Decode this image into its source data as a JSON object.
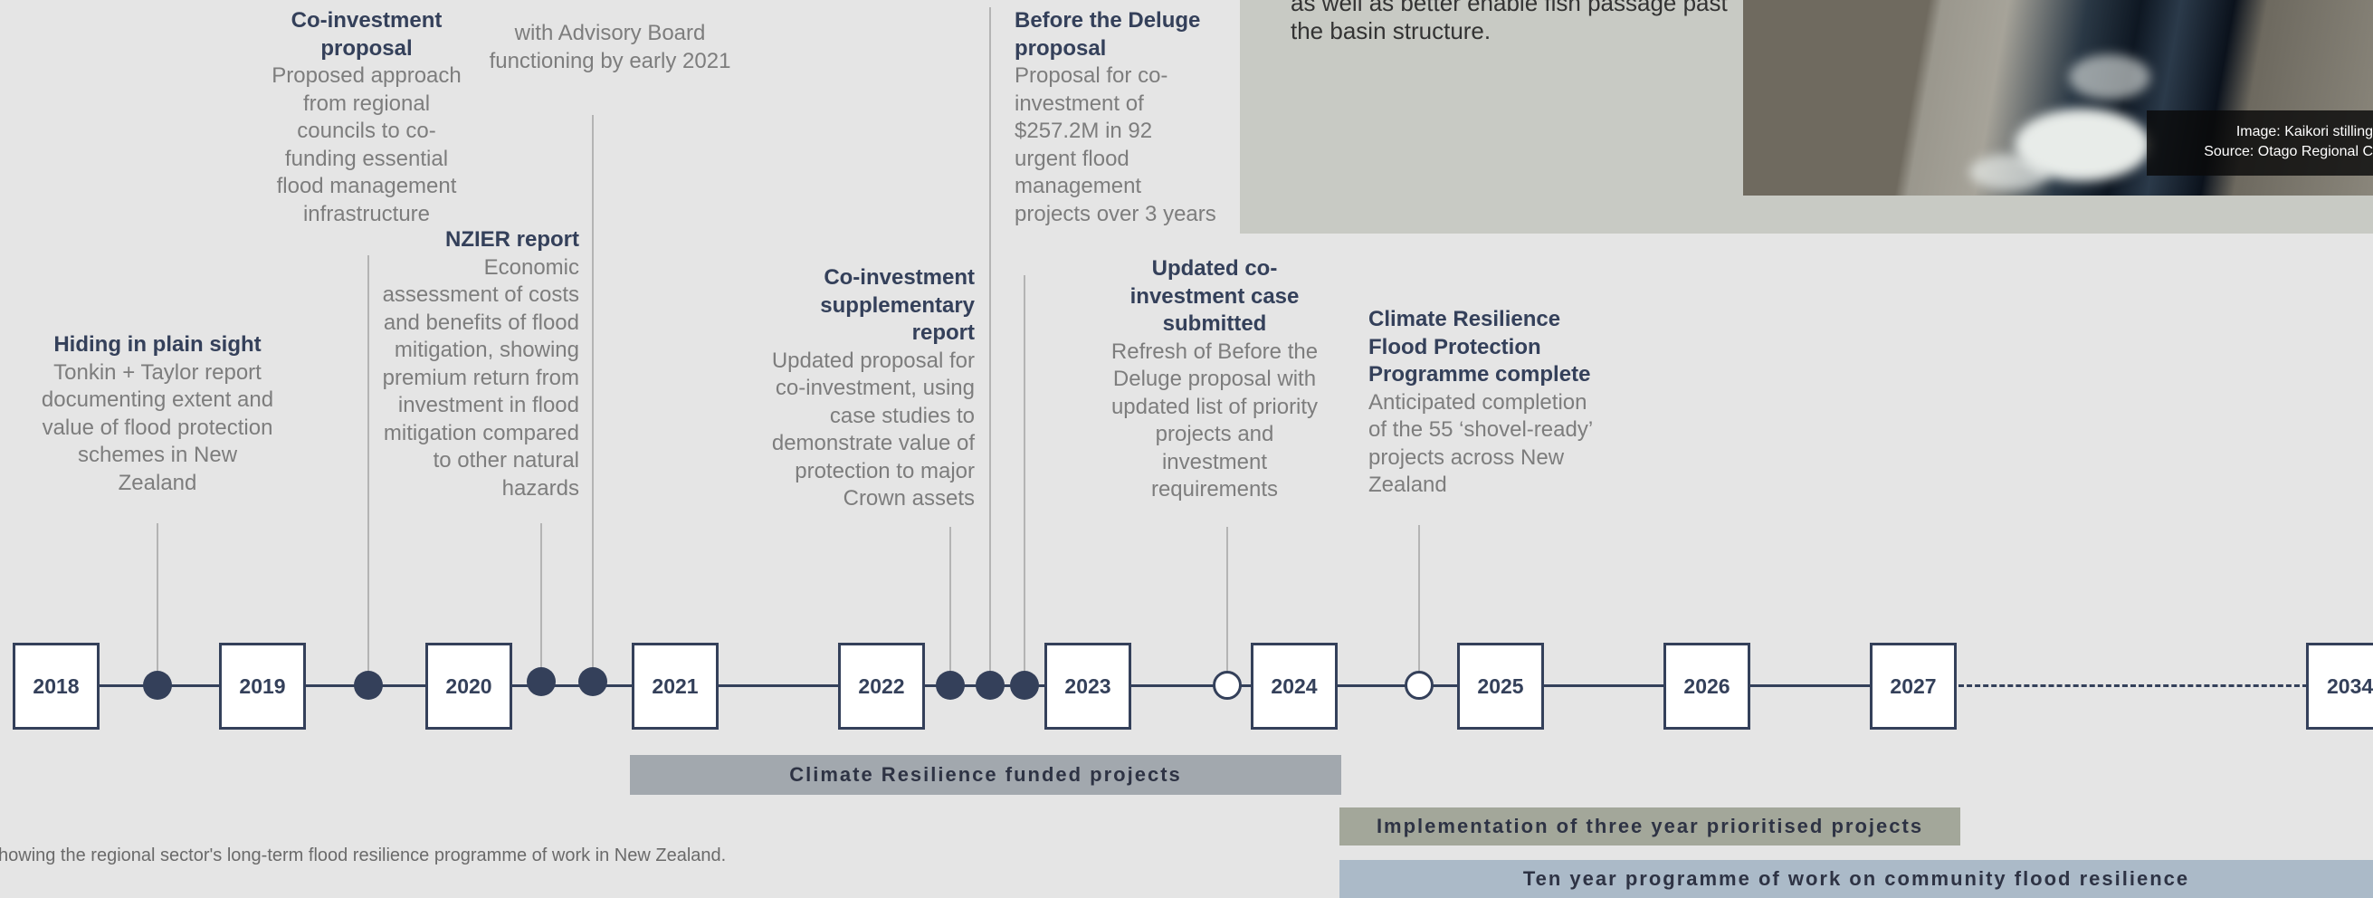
{
  "callout": {
    "text": "as well as better enable fish passage past the basin structure.",
    "image_caption_line1": "Image: Kaikori stilling",
    "image_caption_line2": "Source: Otago Regional C"
  },
  "events": {
    "hiding": {
      "title": "Hiding in plain sight",
      "body": "Tonkin + Taylor report documenting extent and value of flood protection schemes in New Zealand"
    },
    "coinvest": {
      "title": "Co-investment proposal",
      "body": "Proposed approach from regional councils to co-funding essential flood management infrastructure"
    },
    "partial": {
      "body": "with Advisory Board functioning by early 2021"
    },
    "nzier": {
      "title": "NZIER report",
      "body": "Economic assessment of costs and benefits of flood mitigation, showing premium return from investment in flood mitigation compared to other natural hazards"
    },
    "supplementary": {
      "title": "Co-investment supplementary report",
      "body": "Updated proposal for co-investment, using case studies to demonstrate value of protection to major Crown assets"
    },
    "deluge": {
      "title": "Before the Deluge proposal",
      "body": "Proposal for co-investment of $257.2M in 92 urgent flood management projects over 3 years"
    },
    "updated": {
      "title": "Updated co-investment case submitted",
      "body": "Refresh of Before the Deluge proposal with updated list of priority projects and investment requirements"
    },
    "crfp": {
      "title": "Climate Resilience Flood Protection Programme complete",
      "body": "Anticipated completion of the 55 ‘shovel-ready’ projects across New Zealand"
    }
  },
  "years": [
    "2018",
    "2019",
    "2020",
    "2021",
    "2022",
    "2023",
    "2024",
    "2025",
    "2026",
    "2027",
    "2034"
  ],
  "bars": {
    "funded": "Climate Resilience funded projects",
    "implementation": "Implementation of three year prioritised projects",
    "ten_year": "Ten year programme of work on community flood resilience"
  },
  "colors": {
    "navy": "#34405a",
    "bar_funded": "#a2a8ae",
    "bar_implementation": "#a3a79a",
    "bar_ten_year": "#abbac8"
  },
  "footnote": "howing the regional sector's long-term flood resilience programme of work in New Zealand."
}
